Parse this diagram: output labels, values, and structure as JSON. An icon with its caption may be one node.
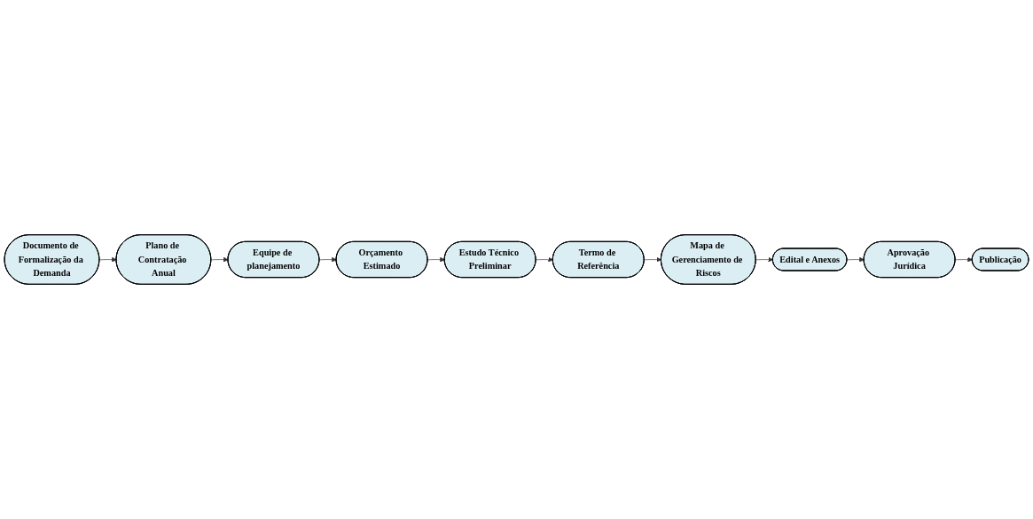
{
  "diagram": {
    "nodes": [
      {
        "text": [
          "Documento de Formalização da Demanda"
        ]
      },
      {
        "text": [
          "Plano de Contratação Anual"
        ]
      },
      {
        "text": [
          "Equipe de planejamento"
        ]
      },
      {
        "text": [
          "Orçamento Estimado"
        ]
      },
      {
        "text": [
          "Estudo Técnico Preliminar"
        ]
      },
      {
        "text": [
          "Termo de Referência"
        ]
      },
      {
        "text": [
          "Mapa de Gerenciamento de Riscos"
        ]
      },
      {
        "text": [
          "Edital e Anexos"
        ]
      },
      {
        "text": [
          "Aprovação Jurídica"
        ]
      },
      {
        "text": [
          "Publicação"
        ]
      }
    ],
    "edges": [
      {
        "from": 0,
        "to": 1,
        "arrow": "to"
      },
      {
        "from": 1,
        "to": 2,
        "arrow": "to"
      },
      {
        "from": 2,
        "to": 3,
        "arrow": "to"
      },
      {
        "from": 3,
        "to": 4,
        "arrow": "to"
      },
      {
        "from": 4,
        "to": 5,
        "arrow": "to"
      },
      {
        "from": 5,
        "to": 6,
        "arrow": "to"
      },
      {
        "from": 6,
        "to": 7,
        "arrow": "to"
      },
      {
        "from": 7,
        "to": 8,
        "arrow": "to"
      },
      {
        "from": 8,
        "to": 9,
        "arrow": "to"
      }
    ]
  }
}
